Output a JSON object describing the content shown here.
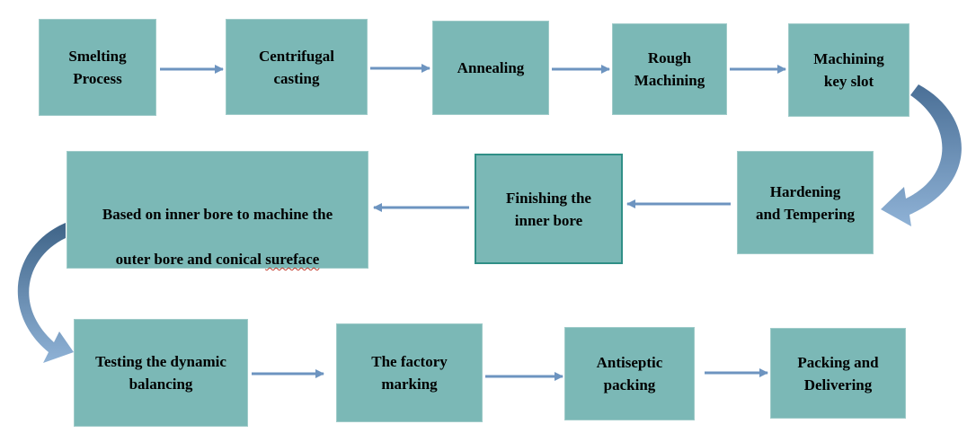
{
  "colors": {
    "box_fill": "#7bb8b6",
    "arrow": "#6d94c0",
    "curved_arrow_dark": "#4a6f96",
    "curved_arrow_light": "#8fb2d6"
  },
  "steps": {
    "smelting": "Smelting\nProcess",
    "centrifugal": "Centrifugal\ncasting",
    "annealing": "Annealing",
    "rough": "Rough\nMachining",
    "keyslot": "Machining\nkey slot",
    "hardening": "Hardening\nand Tempering",
    "finishing": "Finishing the\ninner bore",
    "outer_line1": "Based on inner bore to machine the",
    "outer_line2_prefix": "outer bore and conical ",
    "outer_line2_word": "sureface",
    "testing": "Testing the dynamic\nbalancing",
    "factory": "The factory\nmarking",
    "antiseptic": "Antiseptic\npacking",
    "packing": "Packing and\nDelivering"
  }
}
